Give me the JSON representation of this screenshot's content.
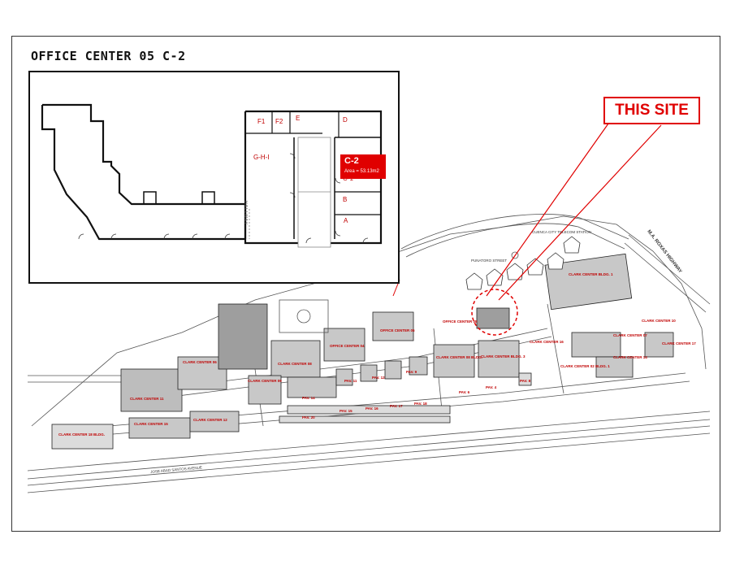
{
  "title": "OFFICE CENTER 05 C-2",
  "callout": "THIS SITE",
  "inset": {
    "rooms": {
      "F1": "F1",
      "F2": "F2",
      "E": "E",
      "D": "D",
      "GHI": "G-H-I",
      "C1": "C-1",
      "B": "B",
      "A": "A"
    },
    "highlight": {
      "label": "C-2",
      "area": "Area = 53.13m2",
      "color": "#e00000"
    },
    "hallway": "HALLWAY"
  },
  "map": {
    "buildings": [
      "CLARK CENTER 06",
      "CLARK CENTER 07",
      "CLARK CENTER 08",
      "CLARK CENTER 09",
      "CLARK CENTER 10",
      "CLARK CENTER 11",
      "CLARK CENTER 12",
      "CLARK CENTER 14",
      "CLARK CENTER 15",
      "CLARK CENTER 16",
      "CLARK CENTER 17",
      "CLARK CENTER 18 BLDG.",
      "OFFICE CENTER 04",
      "OFFICE CENTER 05",
      "OFFICE CENTER 08",
      "CLARK CENTER 08 BLDG.",
      "CLARK CENTER 02 BLDG. 1",
      "CLARK CENTER BLDG. 1",
      "CLARK CENTER BLDG. 3",
      "PAV. 11",
      "PAV. 12",
      "PAV. 14",
      "PAV. 4",
      "PAV. 6",
      "PAV. 8",
      "PAV. 9",
      "PAV. 15",
      "PAV. 16",
      "PAV. 17",
      "PAV. 18",
      "PAV. 20"
    ],
    "streets": {
      "top": "PUNATORO STREET",
      "highway": "M.A. ROXAS HIGHWAY",
      "entrance": "CUENCA CITY TELECOM STATION",
      "bottom": "JOSE ABAD SANTOS AVENUE"
    }
  },
  "colors": {
    "accent": "#e00000",
    "label": "#c00000",
    "line": "#111111"
  }
}
